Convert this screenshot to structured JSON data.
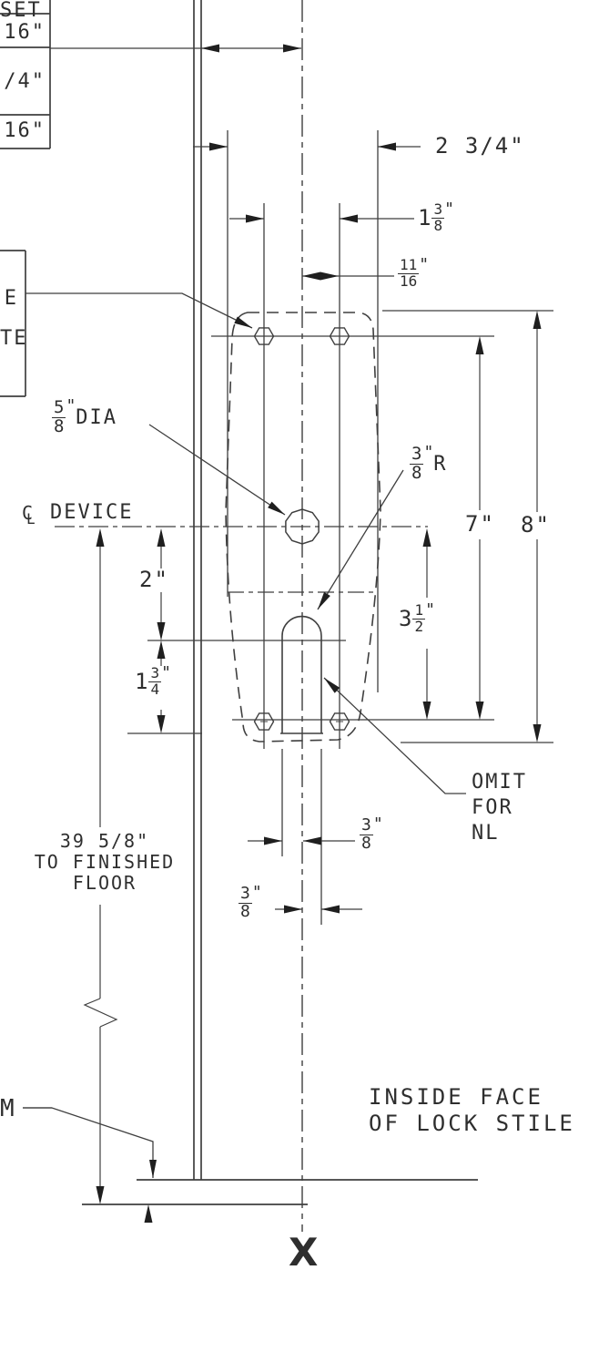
{
  "drawing": {
    "colors": {
      "line": "#3f3f3f",
      "text": "#2e2e2e",
      "background": "#ffffff"
    },
    "backset_table": {
      "rows": [
        {
          "text": "SET"
        },
        {
          "text": "16\""
        },
        {
          "text": "/4\""
        },
        {
          "text": "16\""
        }
      ]
    },
    "note_box": {
      "rows": [
        {
          "text": "E"
        },
        {
          "text": "TE"
        }
      ]
    },
    "centerline": {
      "symbol_c": "C",
      "symbol_l": "L",
      "label": "DEVICE"
    },
    "dimensions": {
      "width_outer": {
        "text": "2 3/4\""
      },
      "hole_spacing": {
        "whole": "1",
        "num": "3",
        "den": "8",
        "suffix": "\""
      },
      "hole_offset": {
        "num": "11",
        "den": "16",
        "suffix": "\""
      },
      "center_hole": {
        "num": "5",
        "den": "8",
        "suffix": "\"",
        "label": "DIA"
      },
      "slot_radius": {
        "num": "3",
        "den": "8",
        "suffix": "\"",
        "label": "R"
      },
      "holes_span": {
        "text": "7\""
      },
      "plate_span": {
        "text": "8\""
      },
      "cl_to_slot": {
        "text": "2\""
      },
      "cl_to_holes": {
        "whole": "3",
        "num": "1",
        "den": "2",
        "suffix": "\""
      },
      "slot_length": {
        "whole": "1",
        "num": "3",
        "den": "4",
        "suffix": "\""
      },
      "slot_half_a": {
        "num": "3",
        "den": "8",
        "suffix": "\""
      },
      "slot_half_b": {
        "num": "3",
        "den": "8",
        "suffix": "\""
      },
      "floor_height": {
        "line1": "39 5/8\"",
        "line2": "TO FINISHED",
        "line3": "FLOOR"
      },
      "undercut": {
        "text": "M"
      }
    },
    "notes": {
      "omit": {
        "line1": "OMIT",
        "line2": "FOR",
        "line3": "NL"
      },
      "inside_face": {
        "line1": "INSIDE FACE",
        "line2": "OF LOCK STILE"
      },
      "bottom_marker": {
        "text": "X"
      }
    }
  }
}
